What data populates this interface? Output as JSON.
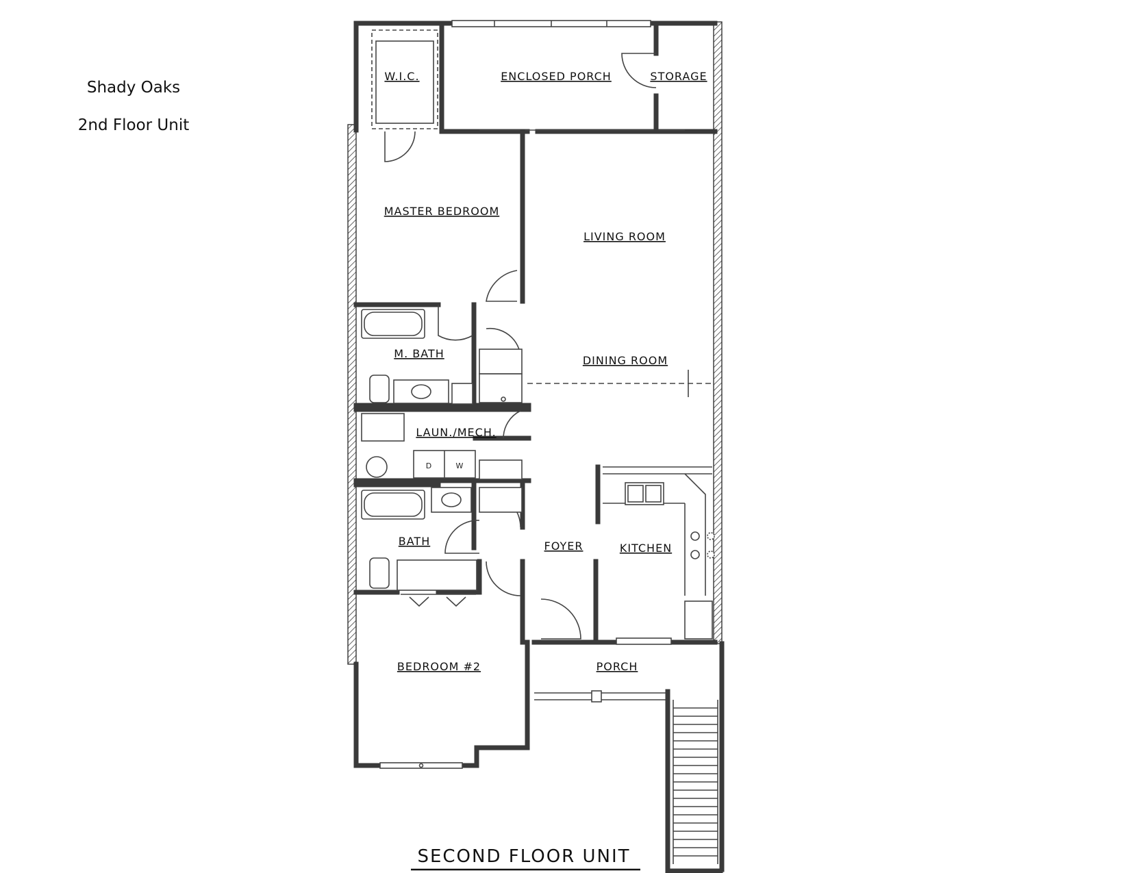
{
  "header": {
    "title": "Shady Oaks",
    "subtitle": "2nd Floor Unit"
  },
  "plan": {
    "title": "SECOND FLOOR UNIT",
    "rooms": {
      "wic": "W.I.C.",
      "enclosed_porch": "ENCLOSED PORCH",
      "storage": "STORAGE",
      "master_bedroom": "MASTER BEDROOM",
      "living_room": "LIVING ROOM",
      "m_bath": "M. BATH",
      "dining_room": "DINING ROOM",
      "laundry": "LAUN./MECH.",
      "bath": "BATH",
      "foyer": "FOYER",
      "kitchen": "KITCHEN",
      "bedroom2": "BEDROOM #2",
      "porch": "PORCH"
    },
    "appliances": {
      "dryer": "D",
      "washer": "W"
    }
  }
}
